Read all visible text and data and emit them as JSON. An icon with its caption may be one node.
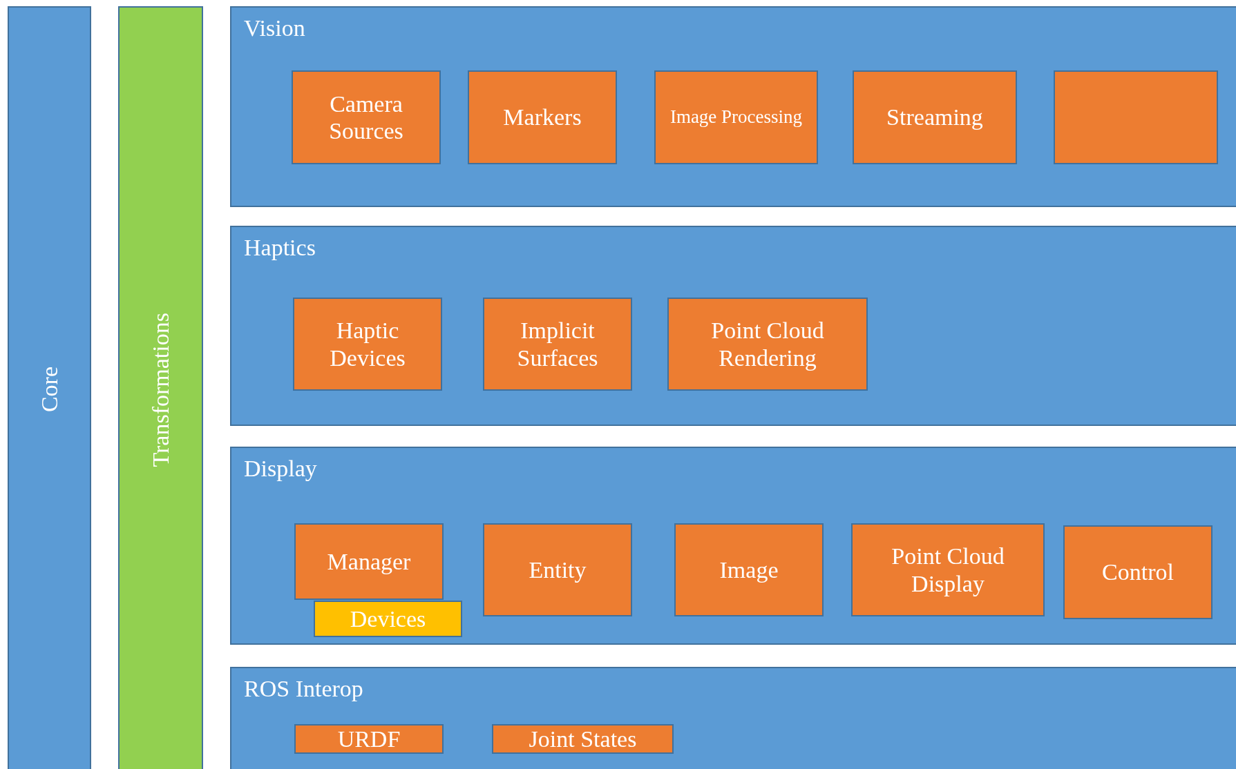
{
  "diagram": {
    "nodes": [
      {
        "text": [
          "Core"
        ]
      },
      {
        "text": [
          "Transformations"
        ]
      },
      {
        "text": [
          "Vision"
        ]
      },
      {
        "text": [
          "Camera Sources"
        ],
        "in": 2
      },
      {
        "text": [
          "Markers"
        ],
        "in": 2
      },
      {
        "text": [
          "Image Processing"
        ],
        "in": 2
      },
      {
        "text": [
          "Streaming"
        ],
        "in": 2
      },
      {
        "text": [],
        "shape": "box",
        "in": 2
      },
      {
        "text": [
          "Haptics"
        ]
      },
      {
        "text": [
          "Haptic Devices"
        ],
        "in": 8
      },
      {
        "text": [
          "Implicit Surfaces"
        ],
        "in": 8
      },
      {
        "text": [
          "Point Cloud Rendering"
        ],
        "in": 8
      },
      {
        "text": [
          "Display"
        ]
      },
      {
        "text": [
          "Manager"
        ],
        "in": 12
      },
      {
        "text": [
          "Devices"
        ],
        "in": 12
      },
      {
        "text": [
          "Entity"
        ],
        "in": 12
      },
      {
        "text": [
          "Image"
        ],
        "in": 12
      },
      {
        "text": [
          "Point Cloud Display"
        ],
        "in": 12
      },
      {
        "text": [
          "Control"
        ],
        "in": 12
      },
      {
        "text": [
          "ROS Interop"
        ]
      },
      {
        "text": [
          "URDF"
        ],
        "in": 19
      },
      {
        "text": [
          "Joint States"
        ],
        "in": 19
      }
    ],
    "edges": []
  }
}
